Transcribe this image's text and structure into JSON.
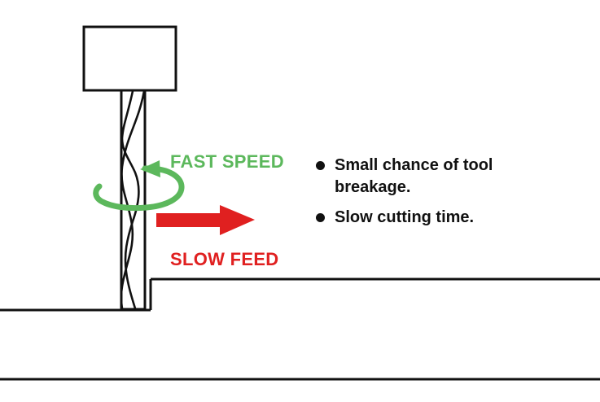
{
  "diagram": {
    "title": "Drilling parameters illustration",
    "tool": {
      "chuck_name": "drill-chuck",
      "shank_name": "drill-shank",
      "flutes_name": "drill-flutes"
    },
    "workpiece": {
      "name": "stepped-workpiece-profile"
    }
  },
  "annotations": {
    "speed_label": "FAST SPEED",
    "feed_label": "SLOW FEED",
    "speed_color": "#5cb85c",
    "feed_color": "#e02020",
    "stroke_color": "#111111"
  },
  "bullets": [
    {
      "text": "Small chance of tool breakage."
    },
    {
      "text": "Slow cutting time."
    }
  ],
  "icons": {
    "rotation_arrow": "rotation-loop-arrow-icon",
    "feed_arrow": "feed-direction-arrow-icon",
    "bullet": "bullet-dot-icon"
  }
}
